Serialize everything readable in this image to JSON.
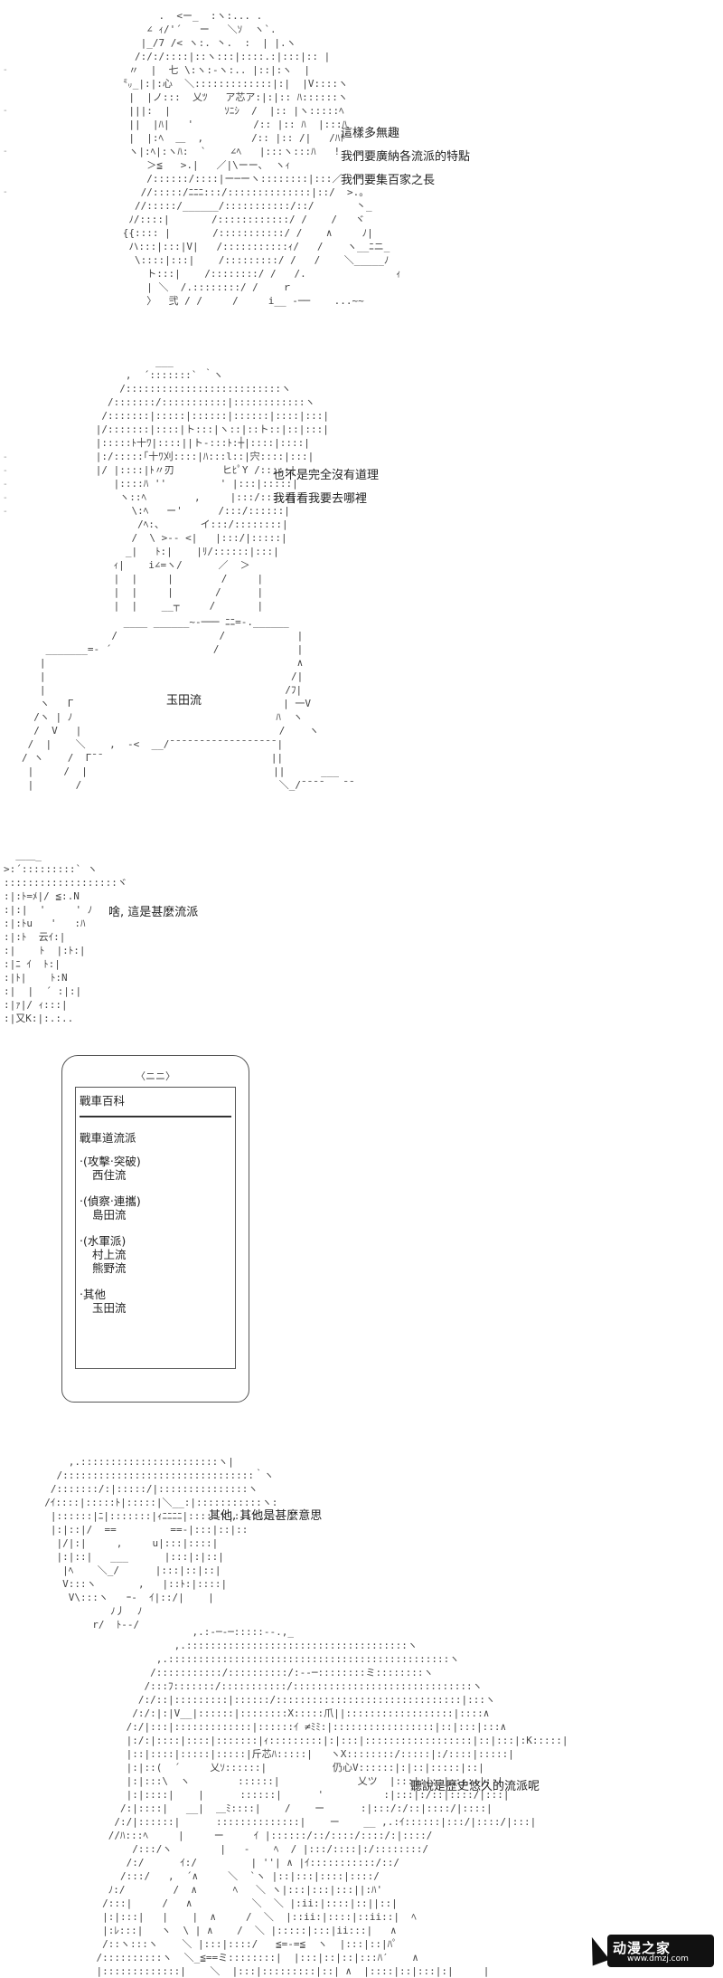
{
  "panels": [
    {
      "lines": [
        "這樣多無趣",
        "我們要廣納各流派的特點",
        "我們要集百家之長"
      ]
    },
    {
      "lines": [
        "也不是完全沒有道理",
        "我看看我要去哪裡"
      ]
    },
    {
      "label": "玉田流"
    },
    {
      "lines": [
        "啥, 這是甚麼流派"
      ]
    },
    {
      "phone": {
        "speaker": "〈ニニ〉",
        "title": "戰車百科",
        "subtitle": "戰車道流派",
        "groups": [
          {
            "category": "‧(攻擊‧突破)",
            "items": [
              "西住流"
            ]
          },
          {
            "category": "‧(偵察‧連攜)",
            "items": [
              "島田流"
            ]
          },
          {
            "category": "‧(水軍派)",
            "items": [
              "村上流",
              "熊野流"
            ]
          },
          {
            "category": "‧其他",
            "items": [
              "玉田流"
            ]
          }
        ]
      }
    },
    {
      "lines": [
        "其他, 其他是甚麼意思"
      ]
    },
    {
      "lines": [
        "聽說是歷史悠久的流派呢"
      ]
    }
  ],
  "watermark": {
    "text": "动漫之家",
    "url": "www.dmzj.com"
  }
}
